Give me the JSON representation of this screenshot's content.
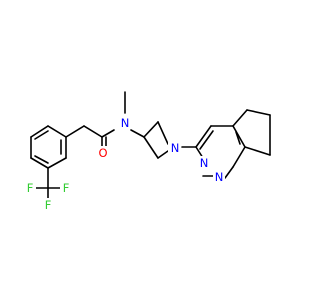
{
  "molecule": {
    "atoms": {
      "oxygen": "O",
      "amide_nitrogen": "N",
      "azetidine_nitrogen": "N",
      "pyridazine_n2": "N",
      "pyridazine_n1": "N",
      "fluorine_1": "F",
      "fluorine_2": "F",
      "fluorine_3": "F"
    }
  },
  "colors": {
    "carbon_bond": "#000000",
    "nitrogen": "#0000ff",
    "oxygen": "#ff0000",
    "fluorine": "#33cc33"
  }
}
